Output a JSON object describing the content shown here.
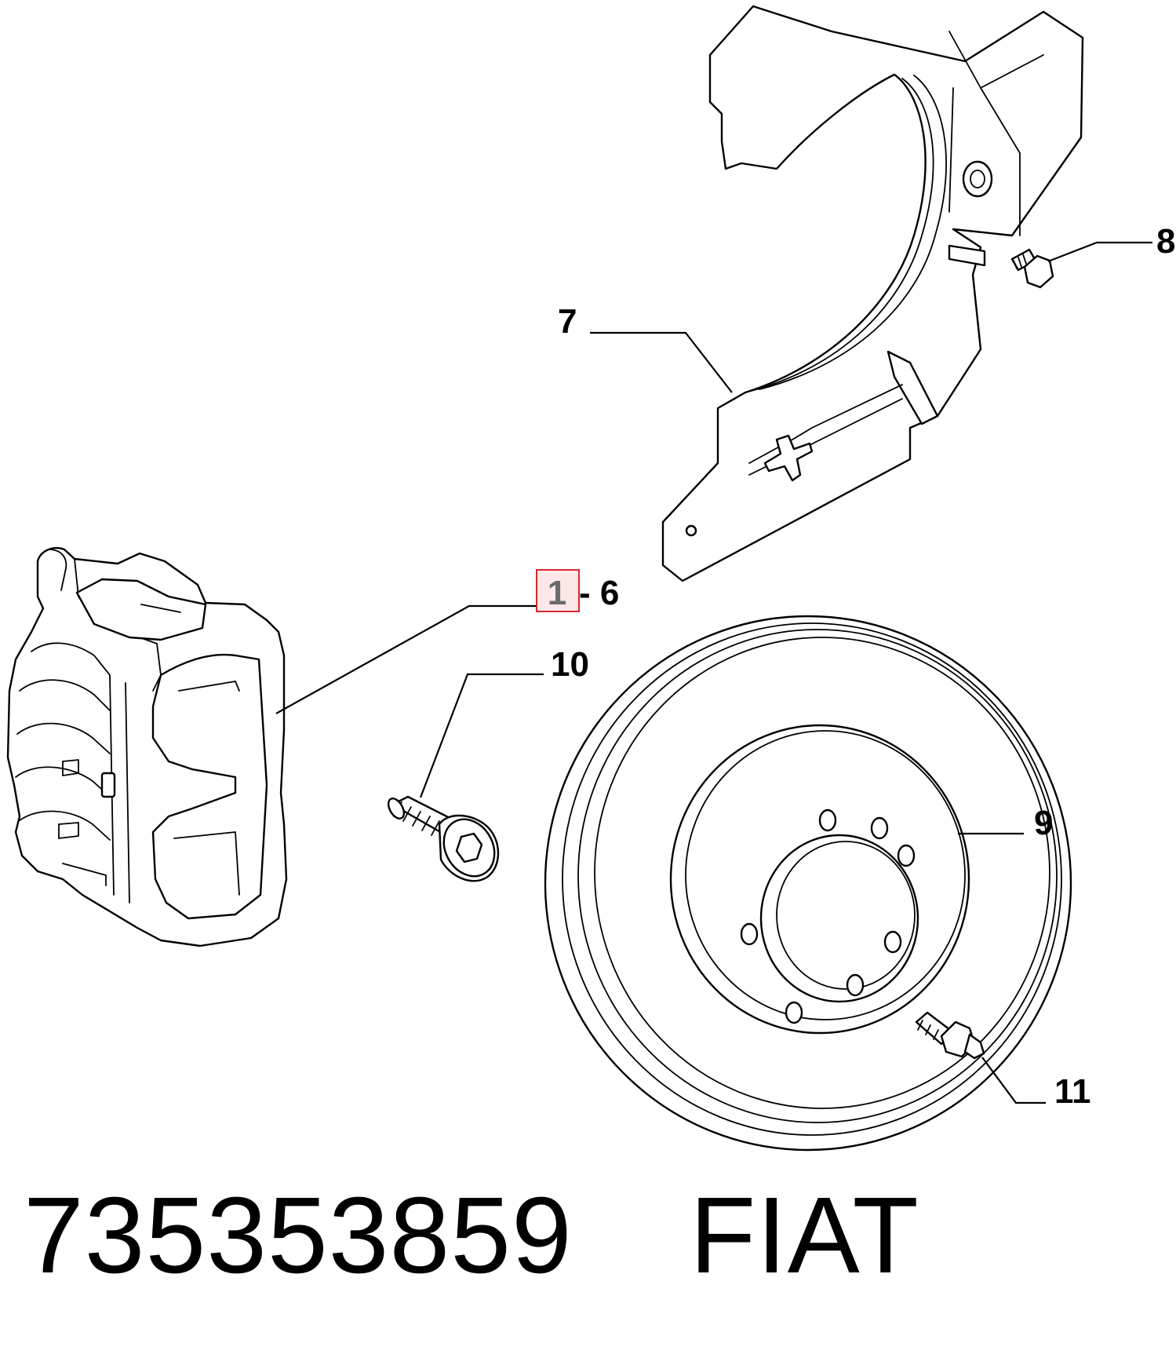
{
  "diagram": {
    "labels": {
      "caliper_range_start": "1",
      "caliper_range_end": "- 6",
      "dust_shield": "7",
      "shield_bolt": "8",
      "brake_disc": "9",
      "caliper_bolt": "10",
      "disc_screw": "11"
    },
    "highlight_color": "#d9262c"
  },
  "footer": {
    "part_number": "735353859",
    "brand": "FIAT"
  }
}
